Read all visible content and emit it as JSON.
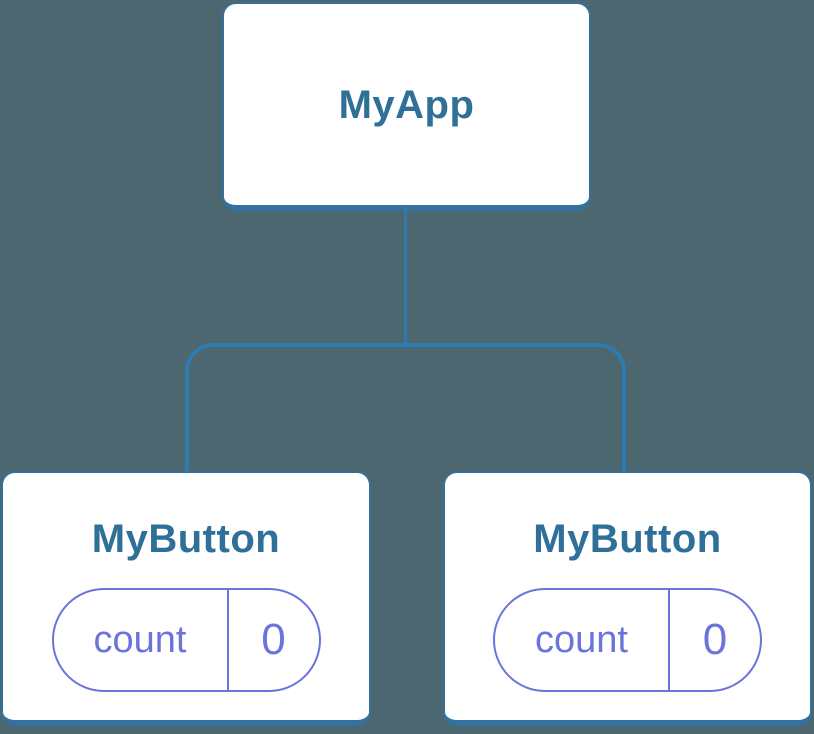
{
  "diagram": {
    "description": "React component tree with state",
    "colors": {
      "background": "#4c6770",
      "card-fill": "#ffffff",
      "card-border": "#35719b",
      "card-edge": "#33719f",
      "connector": "#2d7bb0",
      "title": "#2f7099",
      "state": "#6b74db"
    },
    "root": {
      "label": "MyApp"
    },
    "children": [
      {
        "label": "MyButton",
        "state": {
          "name": "count",
          "value": "0"
        }
      },
      {
        "label": "MyButton",
        "state": {
          "name": "count",
          "value": "0"
        }
      }
    ]
  }
}
